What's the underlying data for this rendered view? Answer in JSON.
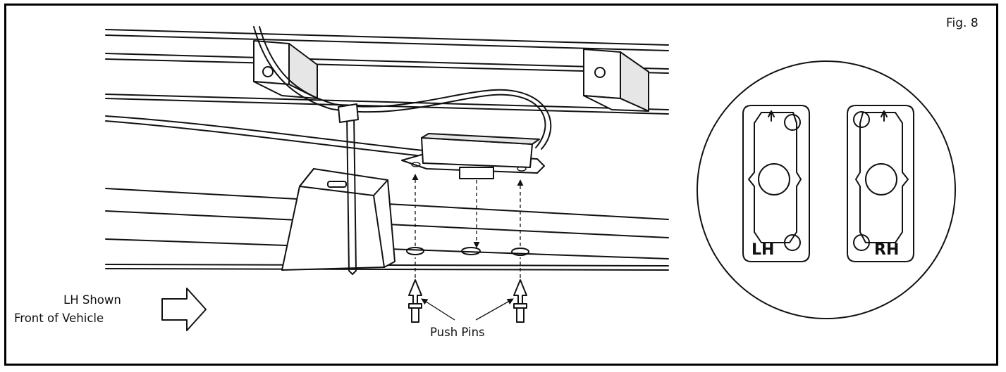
{
  "figure": {
    "label": "Fig. 8",
    "note_line1": "LH Shown",
    "note_line2": "Front of Vehicle",
    "push_pins_label": "Push Pins",
    "detail_left_label": "LH",
    "detail_right_label": "RH"
  }
}
